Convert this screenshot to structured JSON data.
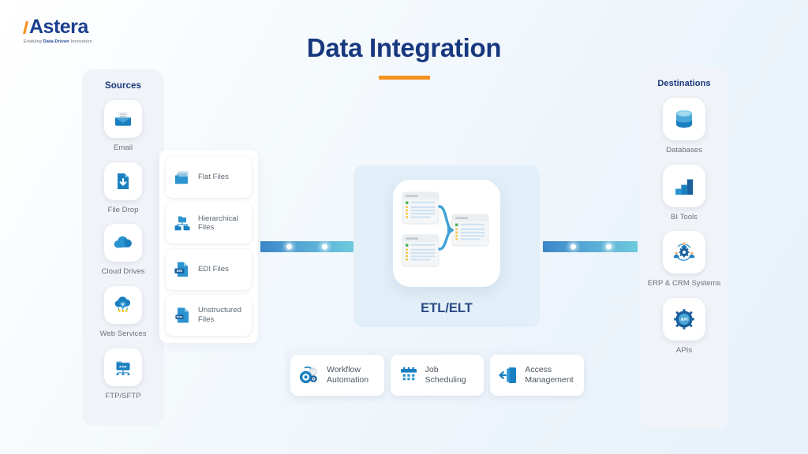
{
  "logo": {
    "name": "Astera",
    "tagline_pre": "Enabling ",
    "tagline_bold": "Data-Driven",
    "tagline_post": " Innovation"
  },
  "header": {
    "title": "Data Integration",
    "accent_color": "#f5921e",
    "title_color": "#17377e"
  },
  "sources": {
    "heading": "Sources",
    "items": [
      {
        "label": "Email",
        "icon": "envelope-icon"
      },
      {
        "label": "File Drop",
        "icon": "file-download-icon"
      },
      {
        "label": "Cloud Drives",
        "icon": "cloud-icon"
      },
      {
        "label": "Web Services",
        "icon": "cloud-network-icon"
      },
      {
        "label": "FTP/SFTP",
        "icon": "ftp-folder-icon"
      }
    ]
  },
  "file_types": {
    "items": [
      {
        "label": "Flat Files",
        "icon": "flat-files-icon"
      },
      {
        "label": "Hierarchical Files",
        "icon": "hierarchical-files-icon"
      },
      {
        "label": "EDI Files",
        "icon": "edi-file-icon"
      },
      {
        "label": "Unstructured Files",
        "icon": "pdf-file-icon"
      }
    ]
  },
  "center": {
    "label": "ETL/ELT",
    "illustration": "dataflow-diagram-icon"
  },
  "connectors": {
    "left": {
      "name": "sources-to-etl-connector",
      "gradient_from": "#3a86c8",
      "gradient_to": "#6ec9dd"
    },
    "right": {
      "name": "etl-to-destinations-connector",
      "gradient_from": "#3a86c8",
      "gradient_to": "#6ec9dd"
    }
  },
  "features": [
    {
      "label_line1": "Workflow",
      "label_line2": "Automation",
      "icon": "gears-icon"
    },
    {
      "label_line1": "Job",
      "label_line2": "Scheduling",
      "icon": "calendar-icon"
    },
    {
      "label_line1": "Access",
      "label_line2": "Management",
      "icon": "door-entry-icon"
    }
  ],
  "destinations": {
    "heading": "Destinations",
    "items": [
      {
        "label": "Databases",
        "icon": "database-cylinder-icon"
      },
      {
        "label": "BI Tools",
        "icon": "bar-chart-icon"
      },
      {
        "label": "ERP & CRM Systems",
        "icon": "erp-crm-icon"
      },
      {
        "label": "APIs",
        "icon": "api-gear-icon"
      }
    ]
  }
}
